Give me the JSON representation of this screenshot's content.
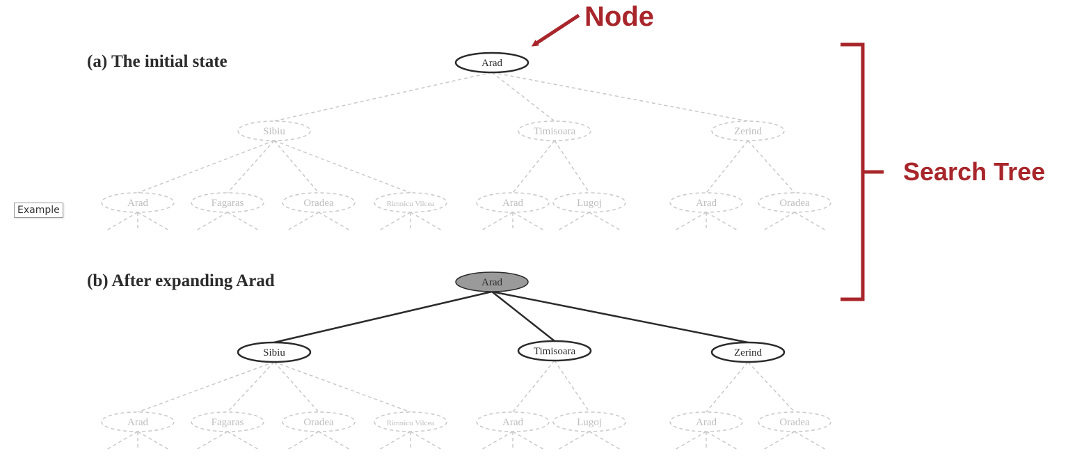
{
  "captions": {
    "a": "(a) The initial state",
    "b": "(b) After expanding Arad"
  },
  "annotations": {
    "node_label": "Node",
    "search_tree_label": "Search Tree",
    "example_label": "Example",
    "accent_color": "#a8262b"
  },
  "colors": {
    "faded": "#c8c8c8",
    "solid": "#2b2b2b",
    "expanded_fill": "#9a9a9a"
  },
  "trees": [
    {
      "id": "a",
      "root": {
        "label": "Arad",
        "state": "frontier"
      },
      "children": [
        {
          "label": "Sibiu",
          "state": "unexplored",
          "children": [
            {
              "label": "Arad",
              "state": "unexplored"
            },
            {
              "label": "Fagaras",
              "state": "unexplored"
            },
            {
              "label": "Oradea",
              "state": "unexplored"
            },
            {
              "label": "Rimnicu Vilcea",
              "state": "unexplored"
            }
          ]
        },
        {
          "label": "Timisoara",
          "state": "unexplored",
          "children": [
            {
              "label": "Arad",
              "state": "unexplored"
            },
            {
              "label": "Lugoj",
              "state": "unexplored"
            }
          ]
        },
        {
          "label": "Zerind",
          "state": "unexplored",
          "children": [
            {
              "label": "Arad",
              "state": "unexplored"
            },
            {
              "label": "Oradea",
              "state": "unexplored"
            }
          ]
        }
      ]
    },
    {
      "id": "b",
      "root": {
        "label": "Arad",
        "state": "expanded"
      },
      "children": [
        {
          "label": "Sibiu",
          "state": "frontier",
          "children": [
            {
              "label": "Arad",
              "state": "unexplored"
            },
            {
              "label": "Fagaras",
              "state": "unexplored"
            },
            {
              "label": "Oradea",
              "state": "unexplored"
            },
            {
              "label": "Rimnicu Vilcea",
              "state": "unexplored"
            }
          ]
        },
        {
          "label": "Timisoara",
          "state": "frontier",
          "children": [
            {
              "label": "Arad",
              "state": "unexplored"
            },
            {
              "label": "Lugoj",
              "state": "unexplored"
            }
          ]
        },
        {
          "label": "Zerind",
          "state": "frontier",
          "children": [
            {
              "label": "Arad",
              "state": "unexplored"
            },
            {
              "label": "Oradea",
              "state": "unexplored"
            }
          ]
        }
      ]
    }
  ]
}
